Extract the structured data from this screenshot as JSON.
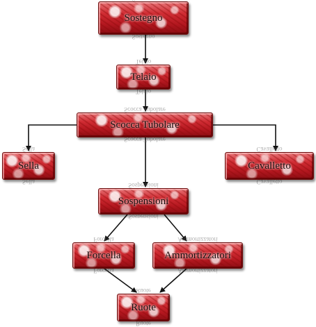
{
  "diagram": {
    "nodes": [
      {
        "id": "sostegno",
        "label": "Sostegno"
      },
      {
        "id": "telaio",
        "label": "Telaio"
      },
      {
        "id": "scocca",
        "label": "Scocca Tubolare"
      },
      {
        "id": "sella",
        "label": "Sella"
      },
      {
        "id": "cavalletto",
        "label": "Cavalletto"
      },
      {
        "id": "sospensioni",
        "label": "Sospensioni"
      },
      {
        "id": "forcella",
        "label": "Forcella"
      },
      {
        "id": "ammortizzatori",
        "label": "Ammortizzatori"
      },
      {
        "id": "ruote",
        "label": "Ruote"
      }
    ],
    "edges": [
      {
        "from": "sostegno",
        "to": "telaio"
      },
      {
        "from": "telaio",
        "to": "scocca"
      },
      {
        "from": "scocca",
        "to": "sella"
      },
      {
        "from": "scocca",
        "to": "cavalletto"
      },
      {
        "from": "scocca",
        "to": "sospensioni"
      },
      {
        "from": "sospensioni",
        "to": "forcella"
      },
      {
        "from": "sospensioni",
        "to": "ammortizzatori"
      },
      {
        "from": "forcella",
        "to": "ruote"
      },
      {
        "from": "ammortizzatori",
        "to": "ruote"
      }
    ],
    "colors": {
      "node_fill": "#c8202a",
      "edge": "#111111"
    }
  }
}
